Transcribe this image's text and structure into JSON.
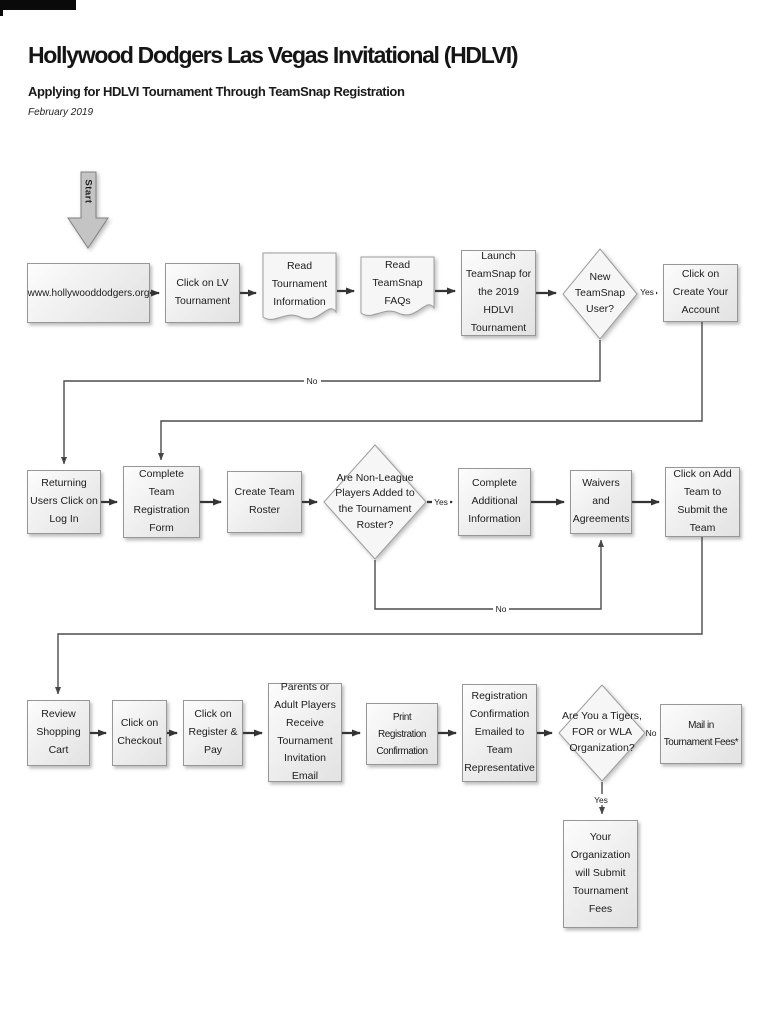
{
  "header": {
    "title": "Hollywood Dodgers Las Vegas Invitational (HDLVI)",
    "subtitle": "Applying for HDLVI Tournament Through TeamSnap Registration",
    "date": "February 2019"
  },
  "start": {
    "label": "Start"
  },
  "nodes": {
    "website": "www.hollywooddodgers.org",
    "click_lv": "Click on LV Tournament",
    "read_info": "Read Tournament Information",
    "read_faqs": "Read TeamSnap FAQs",
    "launch": "Launch TeamSnap for the 2019 HDLVI Tournament",
    "new_user": "New TeamSnap User?",
    "create_account": "Click on Create Your Account",
    "returning": "Returning Users Click on Log In",
    "registration_form": "Complete Team Registration Form",
    "roster": "Create Team Roster",
    "non_league": "Are Non-League Players Added to the Tournament Roster?",
    "additional_info": "Complete Additional Information",
    "waivers": "Waivers and Agreements",
    "add_team": "Click on Add Team to Submit the Team",
    "review_cart": "Review Shopping Cart",
    "checkout": "Click on Checkout",
    "register_pay": "Click on Register & Pay",
    "invitation_email": "Parents or Adult Players Receive Tournament Invitation Email",
    "print_confirmation": "Print Registration Confirmation",
    "emailed_confirmation": "Registration Confirmation Emailed to Team Representative",
    "org_question": "Are You a Tigers, FOR or WLA Organization?",
    "mail_fees": "Mail in Tournament Fees*",
    "org_submits": "Your Organization will Submit Tournament Fees"
  },
  "edge_labels": {
    "new_user_yes": "Yes",
    "new_user_no": "No",
    "non_league_yes": "Yes",
    "non_league_no": "No",
    "org_no": "No",
    "org_yes": "Yes"
  },
  "colors": {
    "line": "#343434",
    "box_fill": "#ededed",
    "box_border": "#979797",
    "start_fill": "#c4c4c4"
  }
}
